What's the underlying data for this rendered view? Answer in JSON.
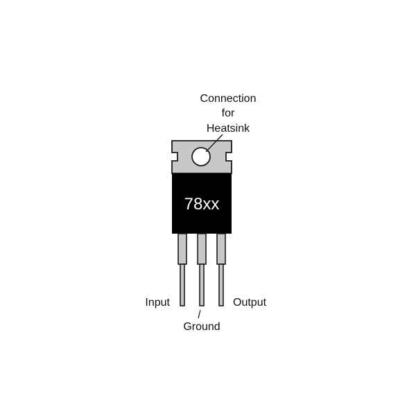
{
  "annotation": {
    "line1": "Connection",
    "line2": "for",
    "line3": "Heatsink"
  },
  "component": {
    "part_label": "78xx"
  },
  "pins": {
    "input": "Input",
    "ground": "Ground",
    "output": "Output"
  },
  "colors": {
    "background": "#ffffff",
    "tab": "#c8c8c8",
    "body": "#000000",
    "lead": "#c8c8c8",
    "outline": "#1a1a1a",
    "text": "#111111",
    "body_text": "#ffffff"
  }
}
